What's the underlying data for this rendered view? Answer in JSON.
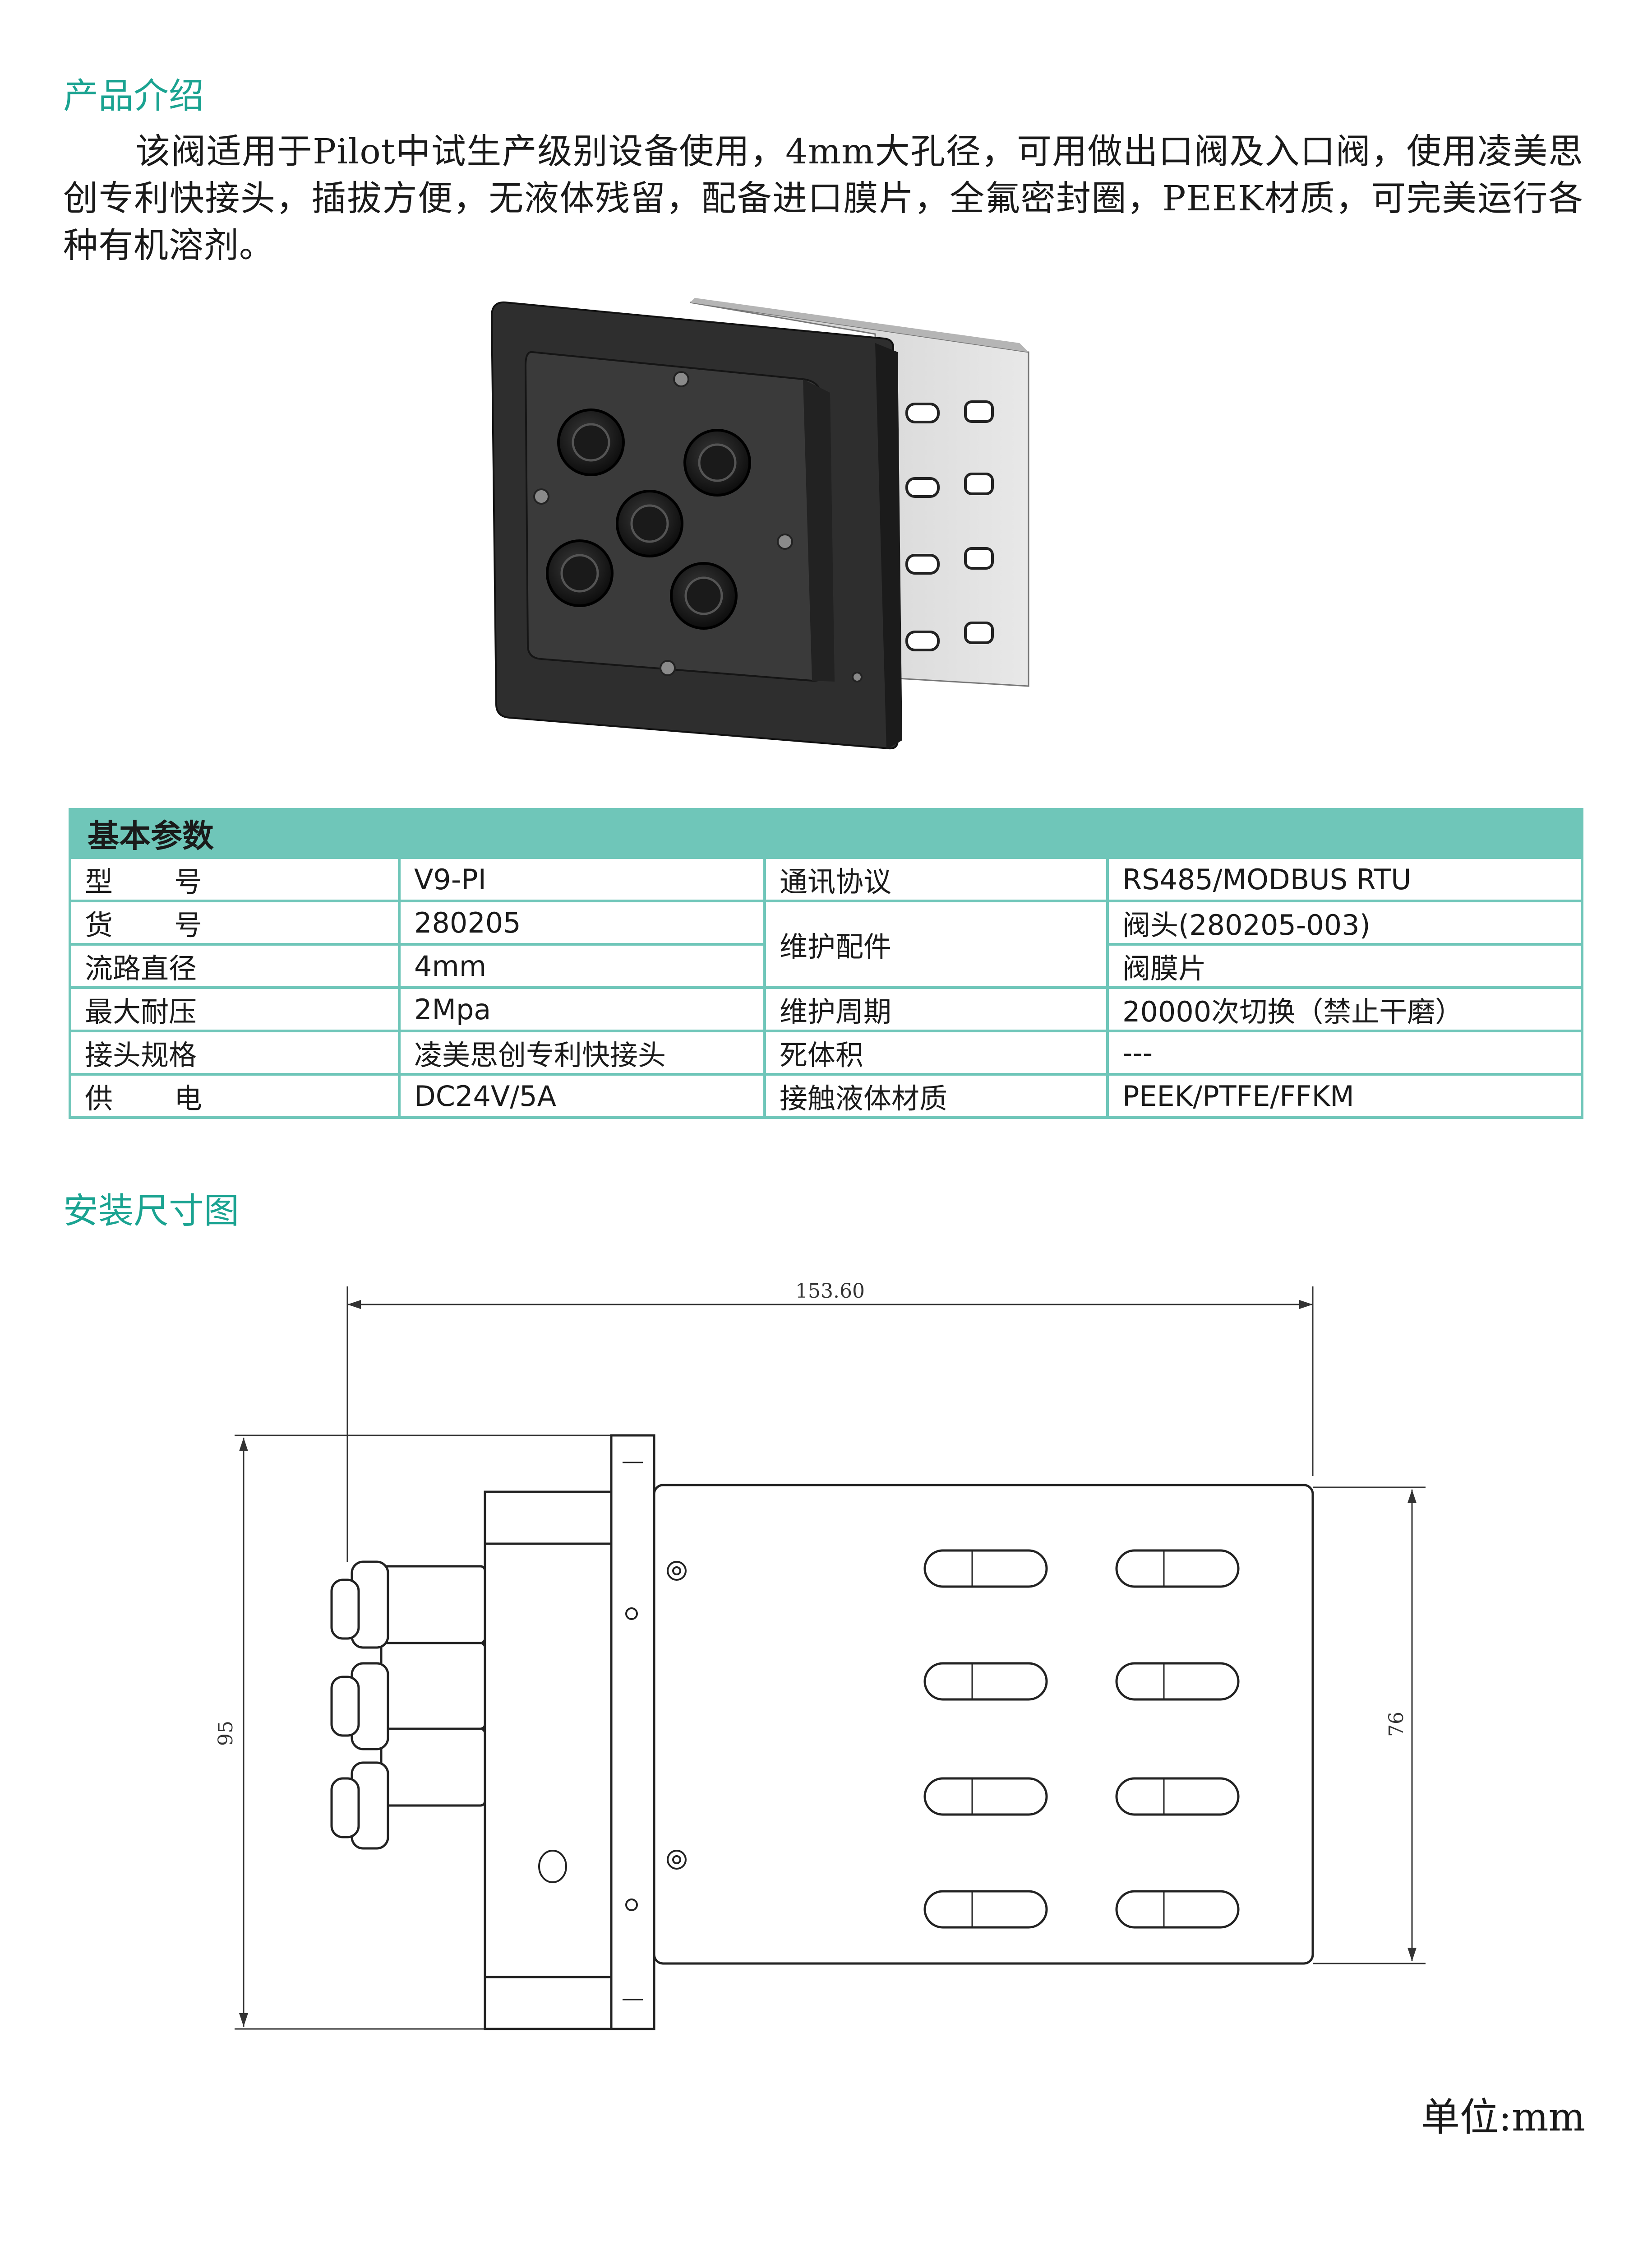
{
  "intro": {
    "heading": "产品介绍",
    "paragraph": "该阀适用于Pilot中试生产级别设备使用，4mm大孔径，可用做出口阀及入口阀，使用凌美思创专利快接头，插拔方便，无液体残留，配备进口膜片，全氟密封圈，PEEK材质，可完美运行各种有机溶剂。"
  },
  "table": {
    "title": "基本参数",
    "rows": [
      {
        "l1": "型",
        "l1b": "号",
        "v1": "V9-PI",
        "l2": "通讯协议",
        "v2": "RS485/MODBUS RTU"
      },
      {
        "l1": "货",
        "l1b": "号",
        "v1": "280205",
        "l2": "维护配件",
        "v2": "阀头(280205-003)"
      },
      {
        "l1": "流路直径",
        "v1": "4mm",
        "v2": "阀膜片"
      },
      {
        "l1": "最大耐压",
        "v1": "2Mpa",
        "l2": "维护周期",
        "v2": "20000次切换（禁止干磨）"
      },
      {
        "l1": "接头规格",
        "v1": "凌美思创专利快接头",
        "l2": "死体积",
        "v2": "---"
      },
      {
        "l1": "供",
        "l1b": "电",
        "v1": "DC24V/5A",
        "l2": "接触液体材质",
        "v2": "PEEK/PTFE/FFKM"
      }
    ]
  },
  "install": {
    "heading": "安装尺寸图",
    "dim_length": "153.60",
    "dim_height": "95",
    "dim_plate": "76",
    "unit": "单位:mm"
  },
  "colors": {
    "accent": "#1aa391",
    "table_header": "#6fc6b9"
  }
}
